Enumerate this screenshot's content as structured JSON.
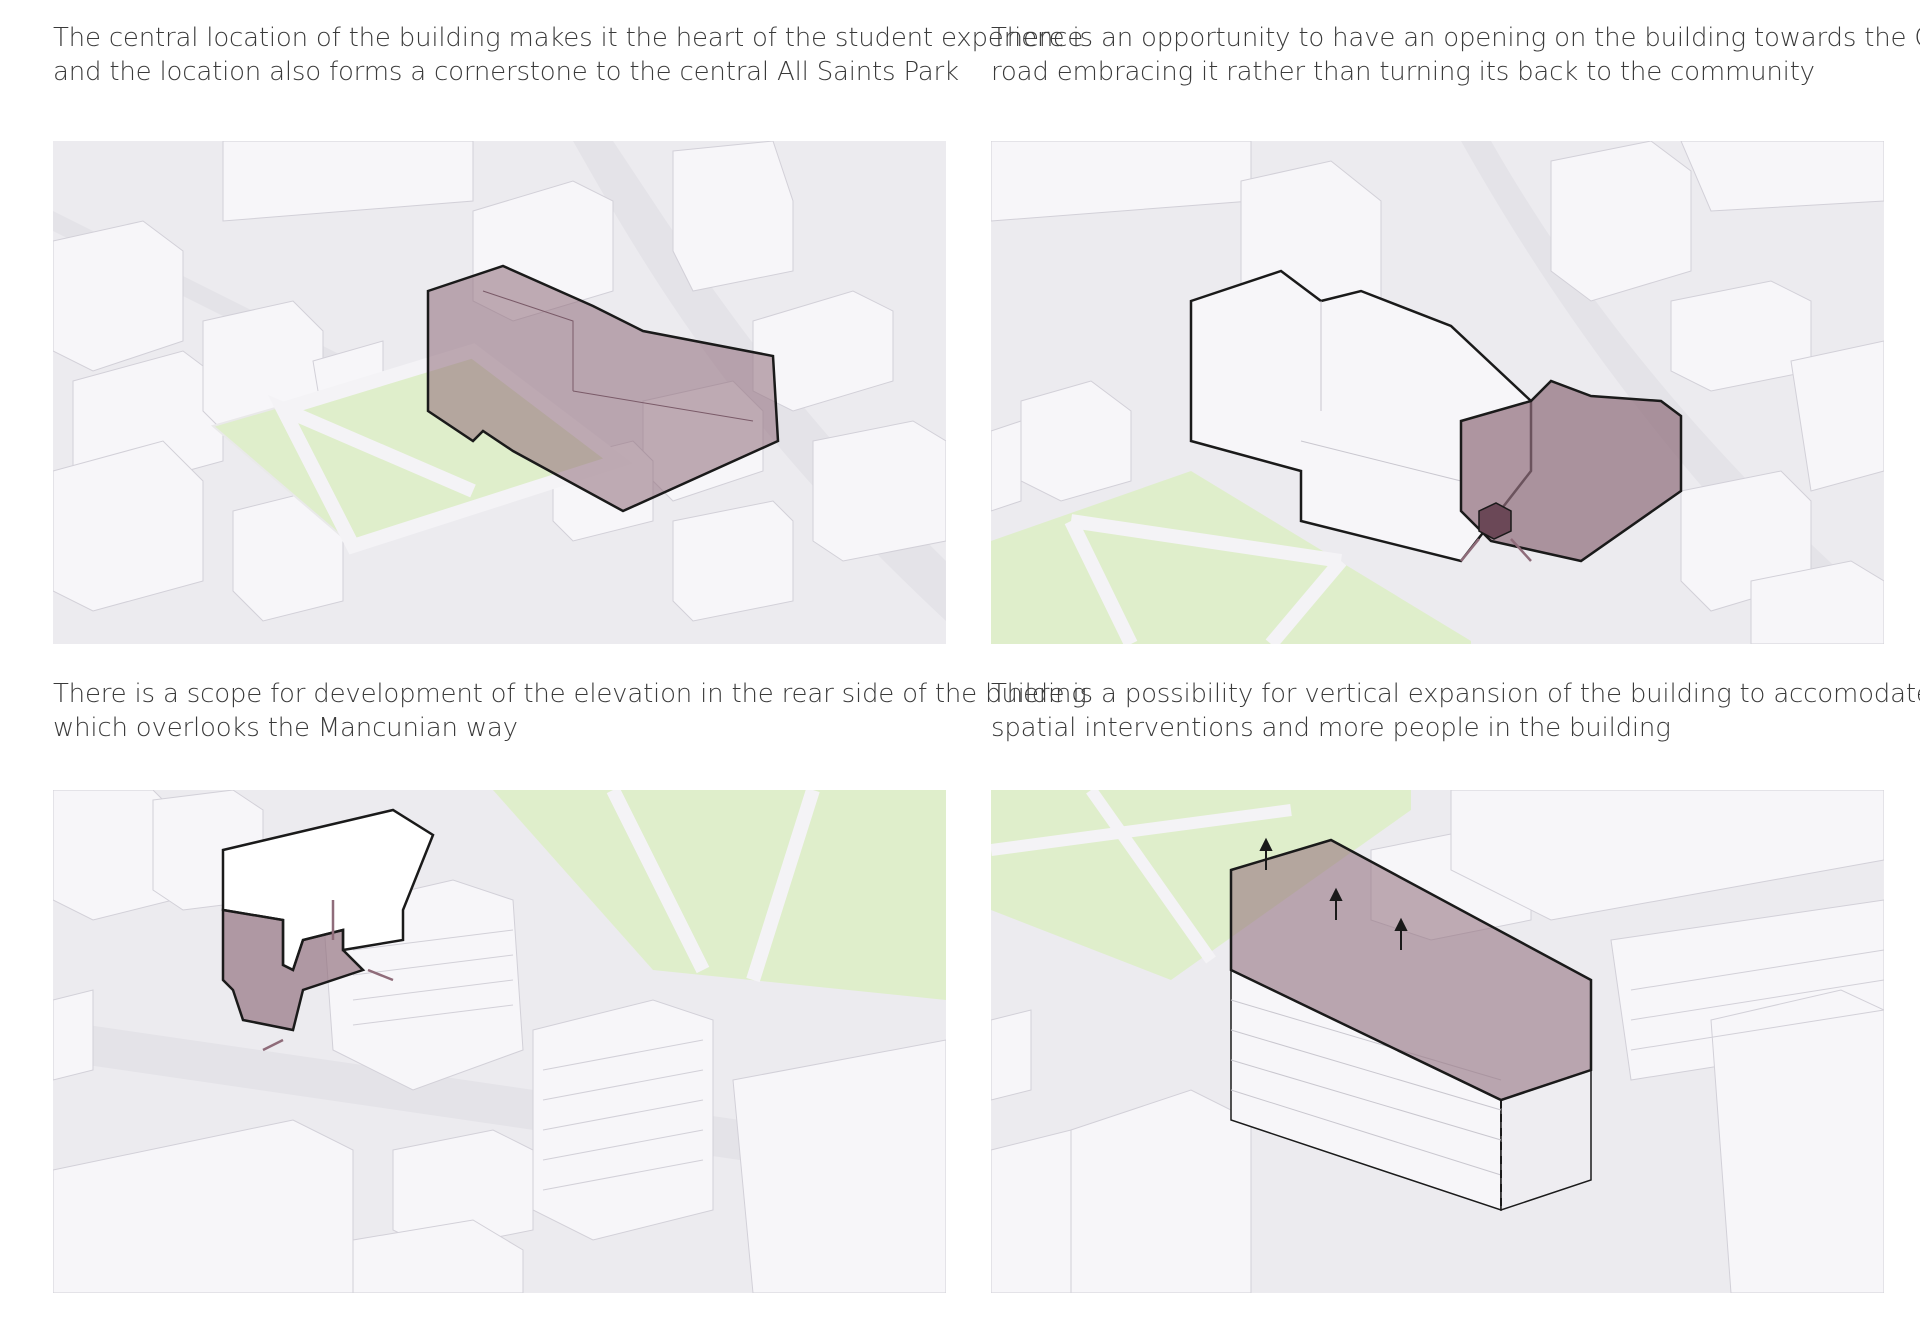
{
  "captions": [
    {
      "line1": "The central location of the building makes it the heart of the student experience",
      "line2": "and the location also forms a cornerstone to the central All Saints Park"
    },
    {
      "line1": "There is an opportunity to have an opening on the building towards the Oxford",
      "line2": "road embracing it rather than turning its back to the community"
    },
    {
      "line1": "There is a scope for development of the elevation in the rear side of the building",
      "line2": "which overlooks the Mancunian way"
    },
    {
      "line1": "There is a possibility for vertical expansion of the building to accomodate more",
      "line2": "spatial interventions and more people in the building"
    }
  ],
  "colors": {
    "highlight": "#8f6c7a",
    "park": "#dfeecb",
    "ground": "#ecebef",
    "building": "#f5f4f7",
    "outline": "#1a1a1a"
  }
}
